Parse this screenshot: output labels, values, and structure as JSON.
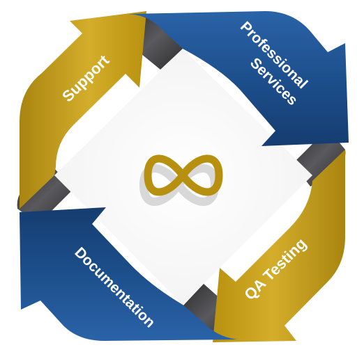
{
  "diagram": {
    "center_symbol": "infinity-icon",
    "colors": {
      "gold": "#c29a14",
      "gold_dark": "#9c7b10",
      "blue": "#1d4f8c",
      "blue_dark": "#143a6b",
      "corner_dark": "#3a3a3c",
      "center_bg": "#ffffff"
    },
    "steps": [
      {
        "label": "Support",
        "color": "gold"
      },
      {
        "label": "Professional",
        "label2": "Services",
        "color": "blue"
      },
      {
        "label": "QA Testing",
        "color": "gold"
      },
      {
        "label": "Documentation",
        "color": "blue"
      }
    ]
  }
}
